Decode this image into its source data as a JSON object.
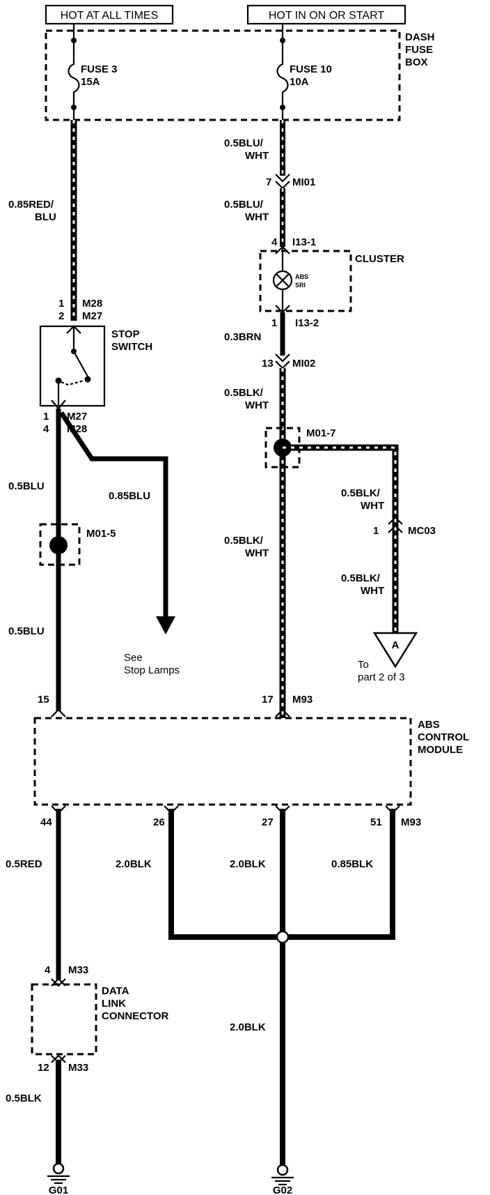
{
  "headers": {
    "always": "HOT AT ALL TIMES",
    "on_start": "HOT IN ON OR START"
  },
  "fuse_box": {
    "l1": "DASH",
    "l2": "FUSE",
    "l3": "BOX"
  },
  "fuse3": {
    "name": "FUSE 3",
    "rating": "15A"
  },
  "fuse10": {
    "name": "FUSE 10",
    "rating": "10A"
  },
  "left_wires": {
    "w1_a": "0.85RED/",
    "w1_b": "BLU",
    "w2": "0.5BLU",
    "w3": "0.85BLU",
    "w4": "0.5BLU"
  },
  "right_wires": {
    "w1_a": "0.5BLU/",
    "w1_b": "WHT",
    "w2_a": "0.5BLU/",
    "w2_b": "WHT",
    "w3": "0.3BRN",
    "w4_a": "0.5BLK/",
    "w4_b": "WHT",
    "w5_a": "0.5BLK/",
    "w5_b": "WHT"
  },
  "branch_wires": {
    "w1_a": "0.5BLK/",
    "w1_b": "WHT",
    "w2_a": "0.5BLK/",
    "w2_b": "WHT"
  },
  "bottom_wires": {
    "w44": "0.5RED",
    "w26": "2.0BLK",
    "w27": "2.0BLK",
    "w51": "0.85BLK",
    "wg02": "2.0BLK",
    "wg01": "0.5BLK"
  },
  "connectors": {
    "m28_pin": "1",
    "m28": "M28",
    "m27_pin": "2",
    "m27": "M27",
    "m27b_pin": "1",
    "m27b": "M27",
    "m28b_pin": "4",
    "m28b": "M28",
    "m01_5": "M01-5",
    "mi01_pin": "7",
    "mi01": "MI01",
    "i13_1_pin": "4",
    "i13_1": "I13-1",
    "i13_2_pin": "1",
    "i13_2": "I13-2",
    "mi02_pin": "13",
    "mi02": "MI02",
    "m01_7": "M01-7",
    "mc03_pin": "1",
    "mc03": "MC03",
    "m93_pin15": "15",
    "m93_pin17": "17",
    "m93_top": "M93",
    "m93_pin44": "44",
    "m93_pin26": "26",
    "m93_pin27": "27",
    "m93_pin51": "51",
    "m93_bot": "M93",
    "m33_pin4": "4",
    "m33_top": "M33",
    "m33_pin12": "12",
    "m33_bot": "M33"
  },
  "stop_switch": {
    "l1": "STOP",
    "l2": "SWITCH"
  },
  "cluster": {
    "label": "CLUSTER",
    "lamp_l1": "ABS",
    "lamp_l2": "SRI"
  },
  "see_stop": {
    "l1": "See",
    "l2": "Stop Lamps"
  },
  "to_part": {
    "letter": "A",
    "l1": "To",
    "l2": "part 2 of 3"
  },
  "abs_module": {
    "l1": "ABS",
    "l2": "CONTROL",
    "l3": "MODULE"
  },
  "dlc": {
    "l1": "DATA",
    "l2": "LINK",
    "l3": "CONNECTOR"
  },
  "grounds": {
    "g01": "G01",
    "g02": "G02"
  },
  "colors": {
    "ink": "#000000",
    "paper": "#ffffff"
  }
}
